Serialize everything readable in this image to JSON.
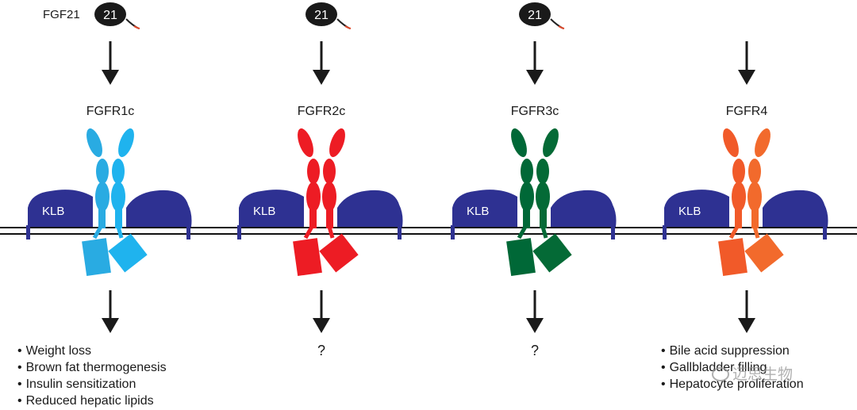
{
  "ligand": {
    "name": "FGF21",
    "badge": "21"
  },
  "coreceptor_label": "KLB",
  "panels": [
    {
      "receptor": "FGFR1c",
      "color": "#29ABE2",
      "color_light": "#1fb3ee",
      "has_ligand": true,
      "outcome_type": "list",
      "outcomes": [
        "Weight loss",
        "Brown fat thermogenesis",
        "Insulin sensitization",
        "Reduced hepatic lipids"
      ]
    },
    {
      "receptor": "FGFR2c",
      "color": "#ED1C24",
      "color_light": "#ed1c24",
      "has_ligand": true,
      "outcome_type": "unknown",
      "outcome_text": "?"
    },
    {
      "receptor": "FGFR3c",
      "color": "#006837",
      "color_light": "#046a36",
      "has_ligand": true,
      "outcome_type": "unknown",
      "outcome_text": "?"
    },
    {
      "receptor": "FGFR4",
      "color": "#F15A29",
      "color_light": "#f26a2c",
      "has_ligand": false,
      "outcome_type": "list",
      "outcomes": [
        "Bile acid suppression",
        "Gallbladder filling",
        "Hepatocyte proliferation"
      ]
    }
  ],
  "colors": {
    "klb": "#2E3192",
    "membrane": "#111111",
    "arrow": "#1a1a1a",
    "badge": "#1a1a1a"
  },
  "watermark": "迈思生物"
}
